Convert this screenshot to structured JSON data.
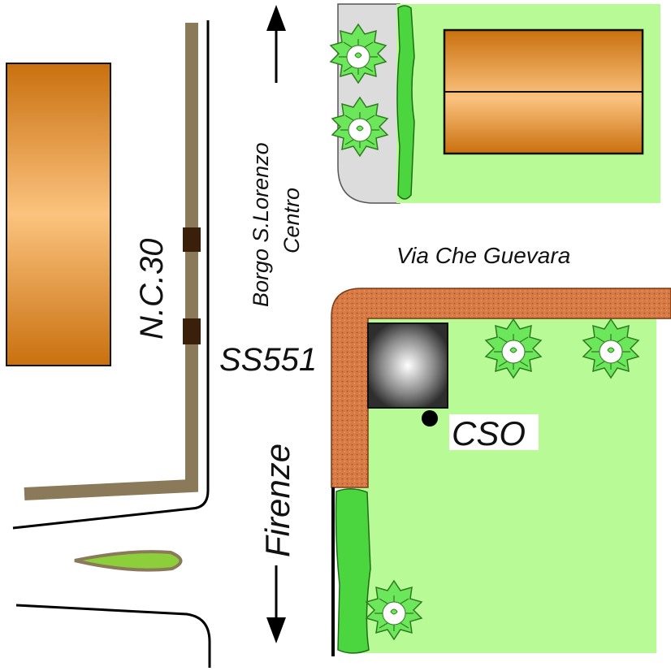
{
  "map": {
    "labels": {
      "nc30": "N.C.30",
      "borgo_line1": "Borgo S.Lorenzo",
      "borgo_line2": "Centro",
      "via_che_guevara": "Via Che Guevara",
      "ss551": "SS551",
      "cso": "CSO",
      "firenze": "Firenze"
    },
    "colors": {
      "lawn": "#b8fb96",
      "sidewalk": "#dcdcdc",
      "hedge": "#4bd63f",
      "tree_leaf": "#6ce65a",
      "orange_path": "#d77a45",
      "wall": "#8b7a5a",
      "building_dark": "#c9700e",
      "building_light": "#fbc37f",
      "gate": "#3a1f0a",
      "leaf_island": "#8ccf3a"
    },
    "icons": [
      "arrow-up-icon",
      "arrow-down-icon",
      "tree-icon",
      "building-icon",
      "cso-point-icon"
    ]
  }
}
